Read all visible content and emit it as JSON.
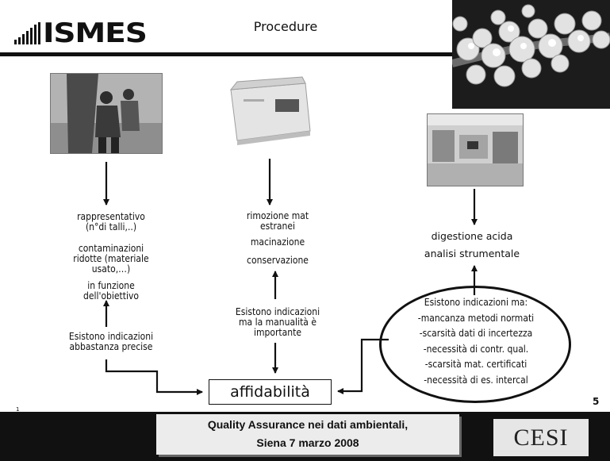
{
  "header": {
    "logo_text": "ISMES",
    "title": "Procedure"
  },
  "left_column": {
    "item1": "rappresentativo\n(n°di talli,..)",
    "item2": "contaminazioni\nridotte (materiale\nusato,…)",
    "item3": "in funzione\ndell'obiettivo",
    "item4": "Esistono indicazioni\nabbastanza precise"
  },
  "middle_column": {
    "item1": "rimozione mat\nestranei",
    "item2": "macinazione",
    "item3": "conservazione",
    "item4": "Esistono indicazioni\nma la manualità è\nimportante"
  },
  "right_column": {
    "item1": "digestione acida",
    "item2": "analisi strumentale",
    "ellipse_lines": "Esistono indicazioni ma:\n-mancanza metodi normati\n-scarsità dati di incertezza\n-necessità di contr. qual.\n-scarsità mat. certificati\n-necessità di es. intercal"
  },
  "center_box": "affidabilità",
  "page_number": "5",
  "corner_mark": "1",
  "footer": {
    "line1": "Quality Assurance nei dati ambientali,",
    "line2": "Siena 7 marzo 2008",
    "partner_logo": "CESI"
  }
}
